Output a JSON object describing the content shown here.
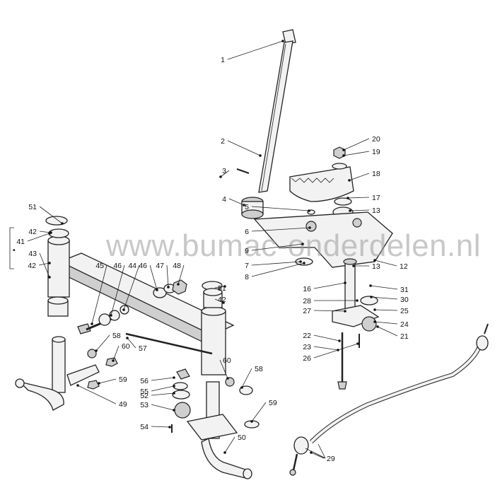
{
  "watermark": "www.bumac-onderdelen.nl",
  "callouts": [
    "1",
    "2",
    "3",
    "4",
    "5",
    "6",
    "7",
    "8",
    "9",
    "12",
    "13",
    "16",
    "17",
    "18",
    "19",
    "20",
    "21",
    "22",
    "23",
    "24",
    "25",
    "26",
    "27",
    "28",
    "29",
    "30",
    "31",
    "41",
    "42",
    "43",
    "44",
    "45",
    "46",
    "47",
    "48",
    "49",
    "50",
    "51",
    "52",
    "53",
    "54",
    "55",
    "56",
    "57",
    "58",
    "59",
    "60"
  ],
  "bracket_marker": "•"
}
